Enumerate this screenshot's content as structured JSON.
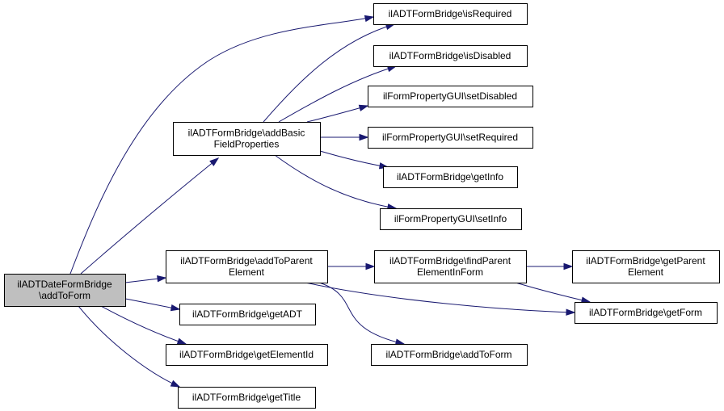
{
  "nodes": [
    {
      "id": "root",
      "lines": [
        "ilADTDateFormBridge",
        "\\addToForm"
      ],
      "root": true
    },
    {
      "id": "addBasic",
      "lines": [
        "ilADTFormBridge\\addBasic",
        "FieldProperties"
      ]
    },
    {
      "id": "isRequired",
      "lines": [
        "ilADTFormBridge\\isRequired"
      ]
    },
    {
      "id": "isDisabled",
      "lines": [
        "ilADTFormBridge\\isDisabled"
      ]
    },
    {
      "id": "setDisabled",
      "lines": [
        "ilFormPropertyGUI\\setDisabled"
      ]
    },
    {
      "id": "setRequired",
      "lines": [
        "ilFormPropertyGUI\\setRequired"
      ]
    },
    {
      "id": "getInfo",
      "lines": [
        "ilADTFormBridge\\getInfo"
      ]
    },
    {
      "id": "setInfo",
      "lines": [
        "ilFormPropertyGUI\\setInfo"
      ]
    },
    {
      "id": "addToParent",
      "lines": [
        "ilADTFormBridge\\addToParent",
        "Element"
      ]
    },
    {
      "id": "findParent",
      "lines": [
        "ilADTFormBridge\\findParent",
        "ElementInForm"
      ]
    },
    {
      "id": "getParent",
      "lines": [
        "ilADTFormBridge\\getParent",
        "Element"
      ]
    },
    {
      "id": "getForm",
      "lines": [
        "ilADTFormBridge\\getForm"
      ]
    },
    {
      "id": "getADT",
      "lines": [
        "ilADTFormBridge\\getADT"
      ]
    },
    {
      "id": "getElementId",
      "lines": [
        "ilADTFormBridge\\getElementId"
      ]
    },
    {
      "id": "addToForm",
      "lines": [
        "ilADTFormBridge\\addToForm"
      ]
    },
    {
      "id": "getTitle",
      "lines": [
        "ilADTFormBridge\\getTitle"
      ]
    }
  ],
  "edges": [
    {
      "from": "root",
      "to": "isRequired"
    },
    {
      "from": "root",
      "to": "addBasic"
    },
    {
      "from": "root",
      "to": "addToParent"
    },
    {
      "from": "root",
      "to": "getADT"
    },
    {
      "from": "root",
      "to": "getElementId"
    },
    {
      "from": "root",
      "to": "getTitle"
    },
    {
      "from": "addBasic",
      "to": "isRequired"
    },
    {
      "from": "addBasic",
      "to": "isDisabled"
    },
    {
      "from": "addBasic",
      "to": "setDisabled"
    },
    {
      "from": "addBasic",
      "to": "setRequired"
    },
    {
      "from": "addBasic",
      "to": "getInfo"
    },
    {
      "from": "addBasic",
      "to": "setInfo"
    },
    {
      "from": "addToParent",
      "to": "findParent"
    },
    {
      "from": "addToParent",
      "to": "getForm"
    },
    {
      "from": "addToParent",
      "to": "addToForm"
    },
    {
      "from": "findParent",
      "to": "getParent"
    },
    {
      "from": "findParent",
      "to": "getForm"
    }
  ],
  "colors": {
    "edge": "#191970",
    "root_fill": "#bfbfbf",
    "node_fill": "#ffffff",
    "node_border": "#000000"
  }
}
